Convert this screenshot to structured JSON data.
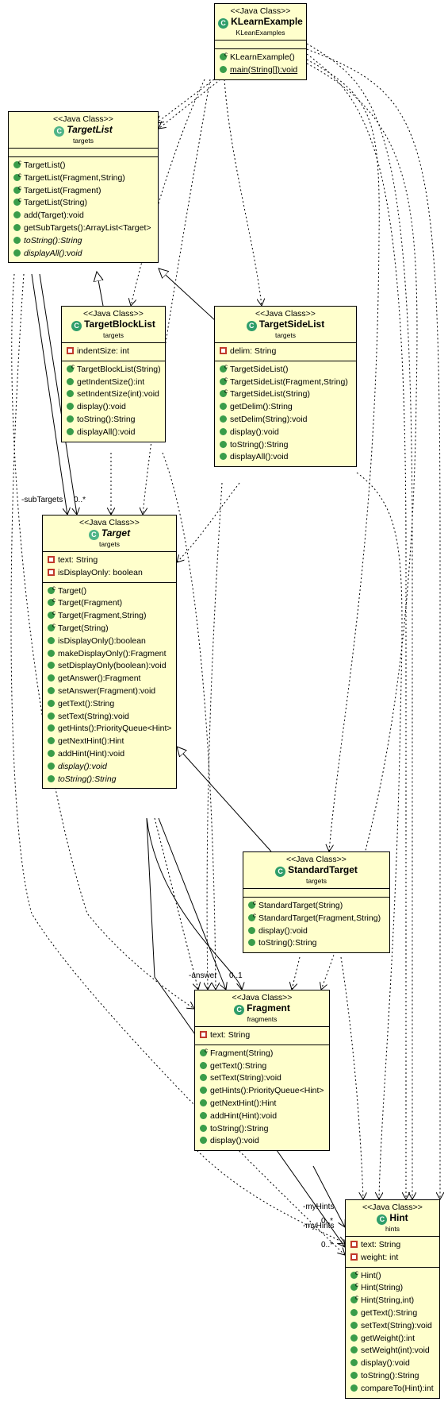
{
  "classes": {
    "klearn": {
      "stereotype": "<<Java Class>>",
      "name": "KLearnExample",
      "package": "KLeanExamples",
      "fields": [],
      "methods": [
        {
          "text": "KLearnExample()",
          "vis": "ctor"
        },
        {
          "text": "main(String[]):void",
          "vis": "pub",
          "static": true
        }
      ]
    },
    "targetlist": {
      "stereotype": "<<Java Class>>",
      "name": "TargetList",
      "abstract": true,
      "package": "targets",
      "fields": [],
      "methods": [
        {
          "text": "TargetList()",
          "vis": "ctor"
        },
        {
          "text": "TargetList(Fragment,String)",
          "vis": "ctor"
        },
        {
          "text": "TargetList(Fragment)",
          "vis": "ctor"
        },
        {
          "text": "TargetList(String)",
          "vis": "ctor"
        },
        {
          "text": "add(Target):void",
          "vis": "pub"
        },
        {
          "text": "getSubTargets():ArrayList<Target>",
          "vis": "pub"
        },
        {
          "text": "toString():String",
          "vis": "pub",
          "abstract": true
        },
        {
          "text": "displayAll():void",
          "vis": "pub",
          "abstract": true
        }
      ]
    },
    "targetblocklist": {
      "stereotype": "<<Java Class>>",
      "name": "TargetBlockList",
      "package": "targets",
      "fields": [
        {
          "text": "indentSize: int",
          "vis": "priv"
        }
      ],
      "methods": [
        {
          "text": "TargetBlockList(String)",
          "vis": "ctor"
        },
        {
          "text": "getIndentSize():int",
          "vis": "pub"
        },
        {
          "text": "setIndentSize(int):void",
          "vis": "pub"
        },
        {
          "text": "display():void",
          "vis": "pub"
        },
        {
          "text": "toString():String",
          "vis": "pub"
        },
        {
          "text": "displayAll():void",
          "vis": "pub"
        }
      ]
    },
    "targetsidelist": {
      "stereotype": "<<Java Class>>",
      "name": "TargetSideList",
      "package": "targets",
      "fields": [
        {
          "text": "delim: String",
          "vis": "priv"
        }
      ],
      "methods": [
        {
          "text": "TargetSideList()",
          "vis": "ctor"
        },
        {
          "text": "TargetSideList(Fragment,String)",
          "vis": "ctor"
        },
        {
          "text": "TargetSideList(String)",
          "vis": "ctor"
        },
        {
          "text": "getDelim():String",
          "vis": "pub"
        },
        {
          "text": "setDelim(String):void",
          "vis": "pub"
        },
        {
          "text": "display():void",
          "vis": "pub"
        },
        {
          "text": "toString():String",
          "vis": "pub"
        },
        {
          "text": "displayAll():void",
          "vis": "pub"
        }
      ]
    },
    "target": {
      "stereotype": "<<Java Class>>",
      "name": "Target",
      "abstract": true,
      "package": "targets",
      "fields": [
        {
          "text": "text: String",
          "vis": "priv"
        },
        {
          "text": "isDisplayOnly: boolean",
          "vis": "priv"
        }
      ],
      "methods": [
        {
          "text": "Target()",
          "vis": "ctor"
        },
        {
          "text": "Target(Fragment)",
          "vis": "ctor"
        },
        {
          "text": "Target(Fragment,String)",
          "vis": "ctor"
        },
        {
          "text": "Target(String)",
          "vis": "ctor"
        },
        {
          "text": "isDisplayOnly():boolean",
          "vis": "pub"
        },
        {
          "text": "makeDisplayOnly():Fragment",
          "vis": "pub"
        },
        {
          "text": "setDisplayOnly(boolean):void",
          "vis": "pub"
        },
        {
          "text": "getAnswer():Fragment",
          "vis": "pub"
        },
        {
          "text": "setAnswer(Fragment):void",
          "vis": "pub"
        },
        {
          "text": "getText():String",
          "vis": "pub"
        },
        {
          "text": "setText(String):void",
          "vis": "pub"
        },
        {
          "text": "getHints():PriorityQueue<Hint>",
          "vis": "pub"
        },
        {
          "text": "getNextHint():Hint",
          "vis": "pub"
        },
        {
          "text": "addHint(Hint):void",
          "vis": "pub"
        },
        {
          "text": "display():void",
          "vis": "pub",
          "abstract": true
        },
        {
          "text": "toString():String",
          "vis": "pub",
          "abstract": true
        }
      ]
    },
    "standardtarget": {
      "stereotype": "<<Java Class>>",
      "name": "StandardTarget",
      "package": "targets",
      "fields": [],
      "methods": [
        {
          "text": "StandardTarget(String)",
          "vis": "ctor"
        },
        {
          "text": "StandardTarget(Fragment,String)",
          "vis": "ctor"
        },
        {
          "text": "display():void",
          "vis": "pub"
        },
        {
          "text": "toString():String",
          "vis": "pub"
        }
      ]
    },
    "fragment": {
      "stereotype": "<<Java Class>>",
      "name": "Fragment",
      "package": "fragments",
      "fields": [
        {
          "text": "text: String",
          "vis": "priv"
        }
      ],
      "methods": [
        {
          "text": "Fragment(String)",
          "vis": "ctor"
        },
        {
          "text": "getText():String",
          "vis": "pub"
        },
        {
          "text": "setText(String):void",
          "vis": "pub"
        },
        {
          "text": "getHints():PriorityQueue<Hint>",
          "vis": "pub"
        },
        {
          "text": "getNextHint():Hint",
          "vis": "pub"
        },
        {
          "text": "addHint(Hint):void",
          "vis": "pub"
        },
        {
          "text": "toString():String",
          "vis": "pub"
        },
        {
          "text": "display():void",
          "vis": "pub"
        }
      ]
    },
    "hint": {
      "stereotype": "<<Java Class>>",
      "name": "Hint",
      "package": "hints",
      "fields": [
        {
          "text": "text: String",
          "vis": "priv"
        },
        {
          "text": "weight: int",
          "vis": "priv"
        }
      ],
      "methods": [
        {
          "text": "Hint()",
          "vis": "ctor"
        },
        {
          "text": "Hint(String)",
          "vis": "ctor"
        },
        {
          "text": "Hint(String,int)",
          "vis": "ctor"
        },
        {
          "text": "getText():String",
          "vis": "pub"
        },
        {
          "text": "setText(String):void",
          "vis": "pub"
        },
        {
          "text": "getWeight():int",
          "vis": "pub"
        },
        {
          "text": "setWeight(int):void",
          "vis": "pub"
        },
        {
          "text": "display():void",
          "vis": "pub"
        },
        {
          "text": "toString():String",
          "vis": "pub"
        },
        {
          "text": "compareTo(Hint):int",
          "vis": "pub"
        }
      ]
    }
  },
  "edge_labels": {
    "subtargets_role": "-subTargets",
    "subtargets_mult": "0..*",
    "answer_role": "-answer",
    "answer_mult": "0..1",
    "myhints_role_1": "-myHints",
    "myhints_role_2": "-myHints",
    "myhints_mult_1": "0..*",
    "myhints_mult_2": "0..*"
  }
}
